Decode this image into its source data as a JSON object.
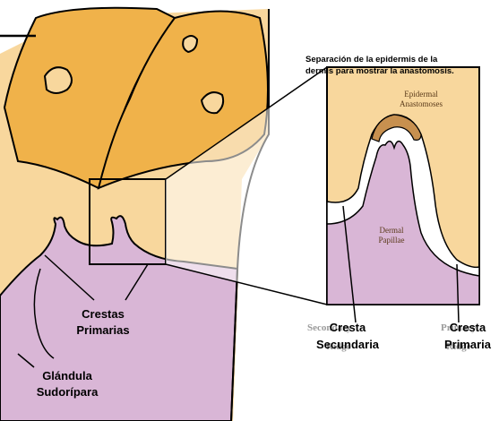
{
  "caption": {
    "line1": "Separación de la epidermis de la",
    "line2": "dermis para mostrar la anastomosis."
  },
  "labels": {
    "crestas_primarias": [
      "Crestas",
      "Primarias"
    ],
    "glandula_sudoripara": [
      "Glándula",
      "Sudorípara"
    ],
    "epidermal_anastomoses": [
      "Epidermal",
      "Anastomoses"
    ],
    "dermal_papillae": [
      "Dermal",
      "Papillae"
    ],
    "secondary_ridge_ghost": [
      "Secondary",
      "Ridge"
    ],
    "primary_ridge_ghost": [
      "Primary",
      "Ridge"
    ],
    "cresta_secundaria": [
      "Cresta",
      "Secundaria"
    ],
    "cresta_primaria": [
      "Cresta",
      "Primaria"
    ]
  },
  "colors": {
    "epidermis_orange": "#f0b24a",
    "skin_peach": "#f8d79d",
    "dermis_pink": "#d9b6d6",
    "anastomosis_brown": "#c7904f",
    "outline": "#000000"
  }
}
